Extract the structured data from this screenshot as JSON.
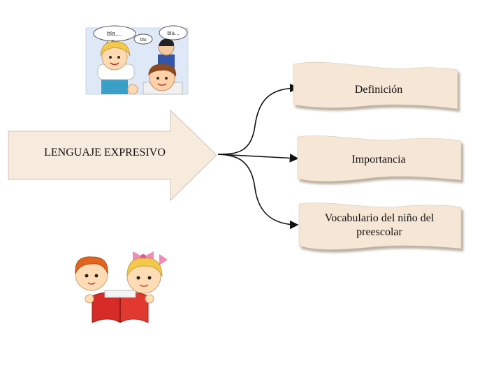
{
  "diagram": {
    "main_arrow": {
      "label": "LENGUAJE EXPRESIVO"
    },
    "topics": [
      {
        "label": "Definición"
      },
      {
        "label": "Importancia"
      },
      {
        "label": "Vocabulario del niño del preescolar"
      }
    ],
    "speech_bubbles": [
      "bla....",
      "bla...",
      "blu"
    ]
  },
  "colors": {
    "arrow_fill": "#f7ebdd",
    "arrow_stroke": "#cfc2b2",
    "banner_fill": "#f5e6d5",
    "banner_shadow": "#bdb0a0",
    "connector": "#111111",
    "illustration_top_bg": "#dfe8f7",
    "book_red": "#d62b26"
  }
}
